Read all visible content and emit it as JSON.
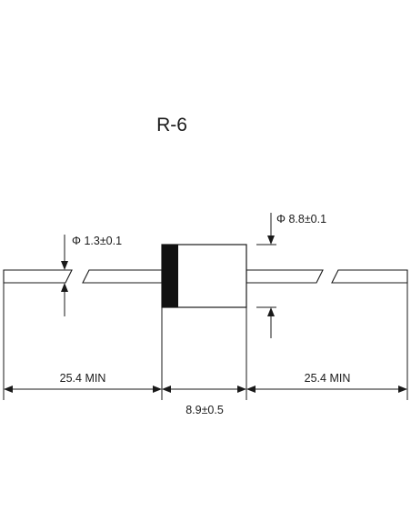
{
  "title": "R-6",
  "labels": {
    "lead_diameter": "Φ 1.3±0.1",
    "body_diameter": "Φ 8.8±0.1",
    "left_lead_length": "25.4 MIN",
    "right_lead_length": "25.4 MIN",
    "body_length": "8.9±0.5"
  },
  "colors": {
    "line": "#1a1a1a",
    "band": "#111111",
    "background": "#ffffff"
  }
}
